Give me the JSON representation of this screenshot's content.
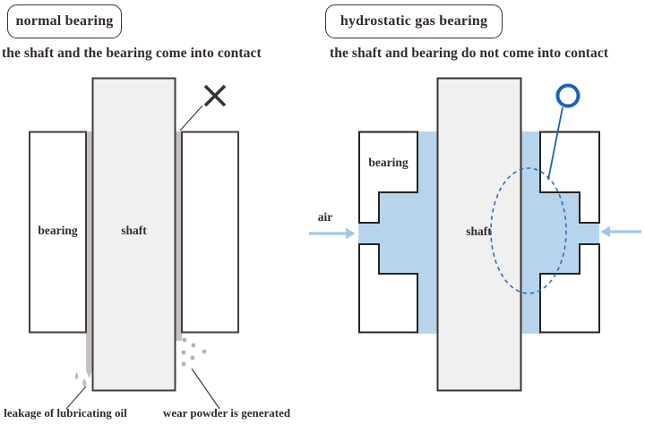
{
  "figure": {
    "left_panel": {
      "title": "normal bearing",
      "subtitle": "the shaft and the bearing come into contact",
      "bearing_label": "bearing",
      "shaft_label": "shaft",
      "leakage_label": "leakage of lubricating oil",
      "wear_label": "wear powder is generated",
      "cross_mark_icon": "✕"
    },
    "right_panel": {
      "title": "hydrostatic gas bearing",
      "subtitle": "the shaft and bearing do not come into contact",
      "bearing_label": "bearing",
      "shaft_label": "shaft",
      "air_label": "air",
      "circle_mark_icon": "○"
    },
    "colors": {
      "line_dark": "#453c38",
      "block_line_dark": "#262220",
      "text_dark": "#332b28",
      "shaft_fill": "#f1f0f0",
      "oil_strip_gray": "#c5c1c1",
      "wear_dot_gray": "#b4b0b0",
      "air_film_blue": "#b7d4ec",
      "arrow_blue": "#a4c9e8",
      "accent_blue": "#1b63b5",
      "dashed_ellipse_blue": "#2e6fba"
    }
  }
}
